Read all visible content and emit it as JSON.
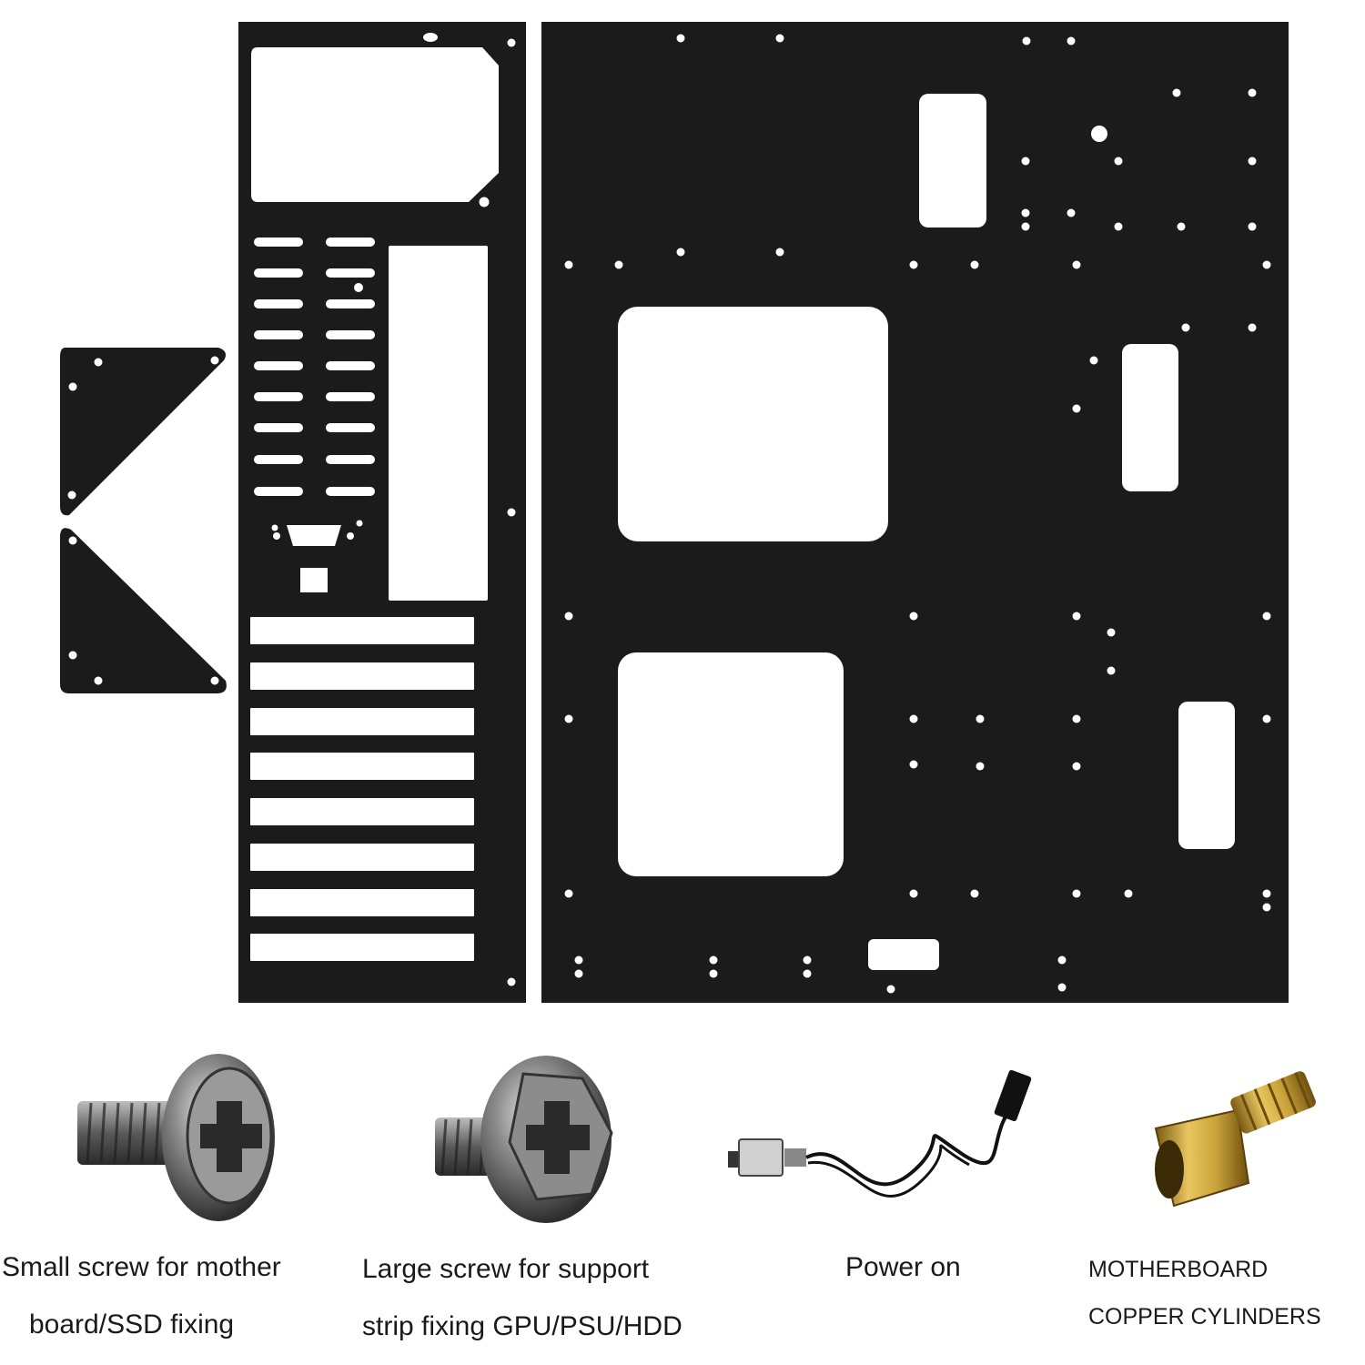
{
  "colors": {
    "panel": "#1b1b1b",
    "cutout": "#ffffff",
    "caption": "#1a1a1a",
    "steel": "#6f6f6f",
    "brass": "#c9a33a"
  },
  "captions": {
    "small_screw": [
      "Small screw for mother",
      "board/SSD fixing"
    ],
    "large_screw": [
      "Large screw for support",
      "strip fixing GPU/PSU/HDD"
    ],
    "power_switch": [
      "Power on"
    ],
    "standoff": [
      "MOTHERBOARD",
      "COPPER CYLINDERS"
    ]
  }
}
